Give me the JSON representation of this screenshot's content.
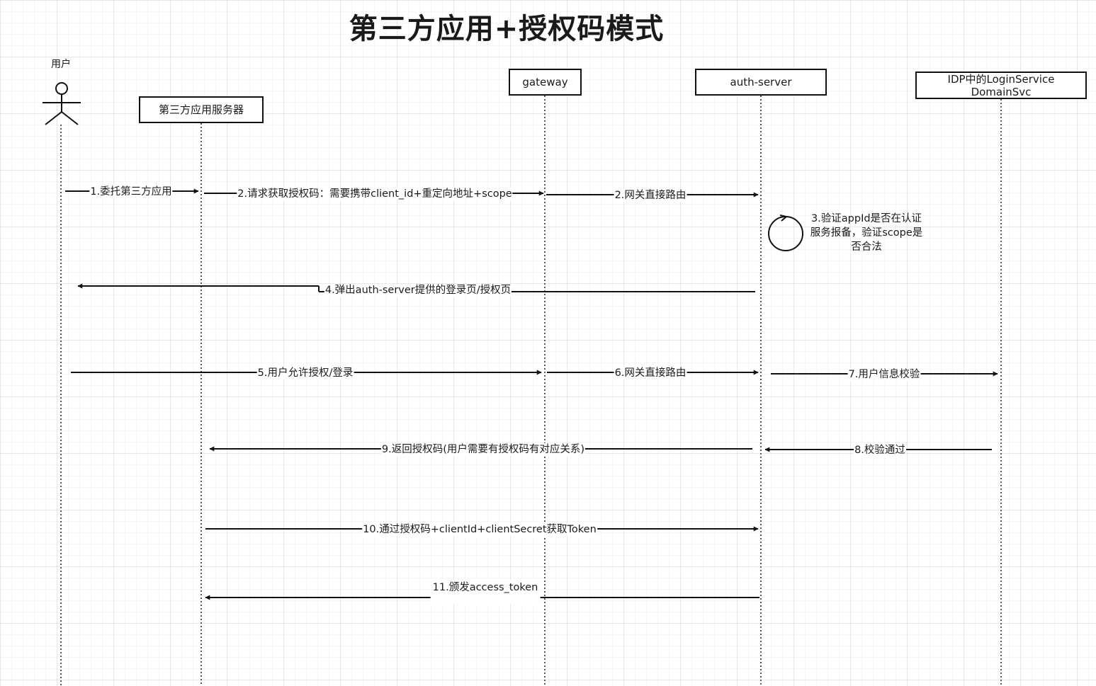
{
  "title": "第三方应用+授权码模式",
  "participants": [
    {
      "key": "user",
      "label": "用户"
    },
    {
      "key": "app",
      "label": "第三方应用服务器"
    },
    {
      "key": "gateway",
      "label": "gateway"
    },
    {
      "key": "auth",
      "label": "auth-server"
    },
    {
      "key": "idp",
      "label": "IDP中的LoginService DomainSvc"
    }
  ],
  "messages": [
    {
      "from": "user",
      "to": "app",
      "label": "1.委托第三方应用"
    },
    {
      "from": "app",
      "to": "gateway",
      "label": "2.请求获取授权码：需要携带client_id+重定向地址+scope"
    },
    {
      "from": "gateway",
      "to": "auth",
      "label": "2.网关直接路由"
    },
    {
      "from": "auth",
      "to": "auth",
      "label": "3.验证appId是否在认证服务报备，验证scope是否合法"
    },
    {
      "from": "auth",
      "to": "user",
      "label": "4.弹出auth-server提供的登录页/授权页"
    },
    {
      "from": "user",
      "to": "gateway",
      "label": "5.用户允许授权/登录"
    },
    {
      "from": "gateway",
      "to": "auth",
      "label": "6.网关直接路由"
    },
    {
      "from": "auth",
      "to": "idp",
      "label": "7.用户信息校验"
    },
    {
      "from": "idp",
      "to": "auth",
      "label": "8.校验通过"
    },
    {
      "from": "auth",
      "to": "app",
      "label": "9.返回授权码(用户需要有授权码有对应关系)"
    },
    {
      "from": "app",
      "to": "auth",
      "label": "10.通过授权码+clientId+clientSecret获取Token"
    },
    {
      "from": "auth",
      "to": "app",
      "label": "11.颁发access_token"
    }
  ]
}
